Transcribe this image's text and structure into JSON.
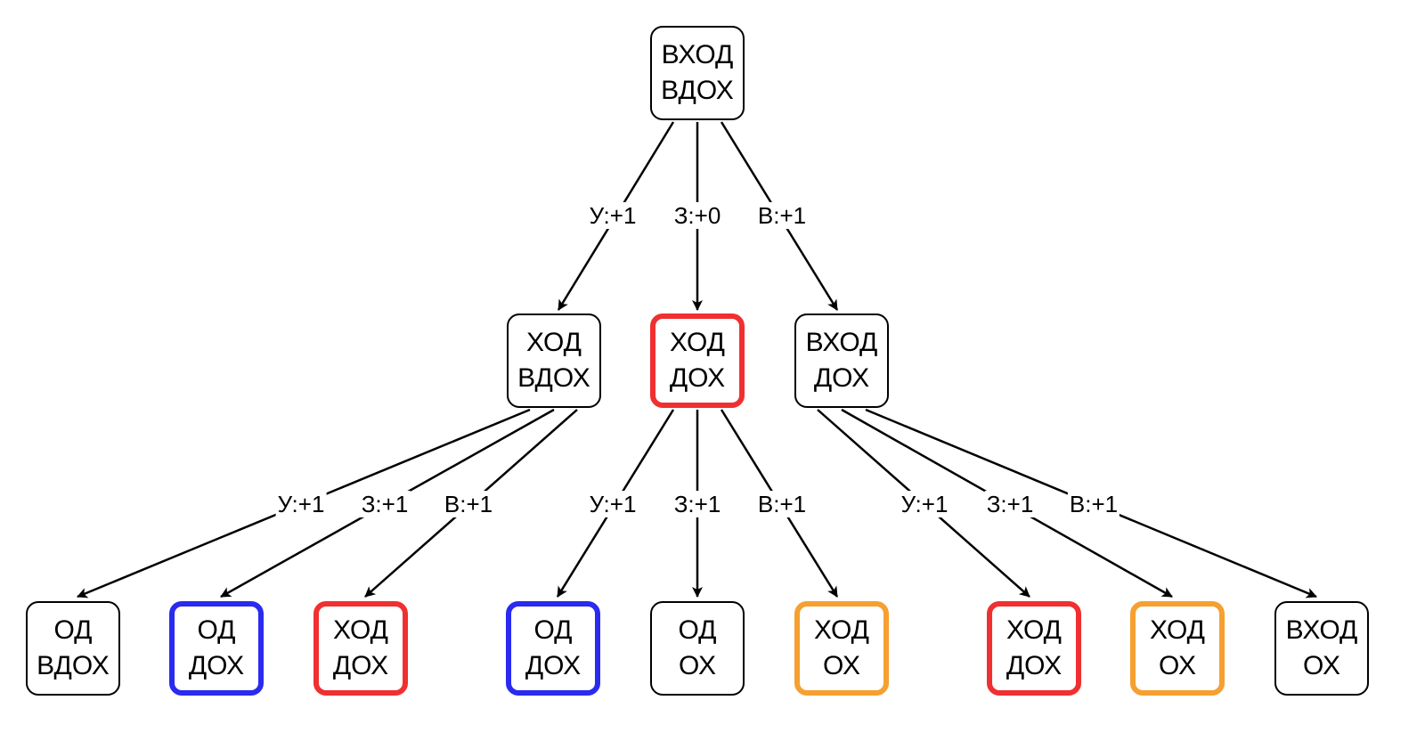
{
  "diagram": {
    "nodes": [
      {
        "id": "root",
        "line1": "ВХОД",
        "line2": "ВДОХ",
        "highlight": null
      },
      {
        "id": "m1",
        "line1": "ХОД",
        "line2": "ВДОХ",
        "highlight": null
      },
      {
        "id": "m2",
        "line1": "ХОД",
        "line2": "ДОХ",
        "highlight": "#f03030"
      },
      {
        "id": "m3",
        "line1": "ВХОД",
        "line2": "ДОХ",
        "highlight": null
      },
      {
        "id": "b1",
        "line1": "ОД",
        "line2": "ВДОХ",
        "highlight": null
      },
      {
        "id": "b2",
        "line1": "ОД",
        "line2": "ДОХ",
        "highlight": "#2a2af0"
      },
      {
        "id": "b3",
        "line1": "ХОД",
        "line2": "ДОХ",
        "highlight": "#f03030"
      },
      {
        "id": "b4",
        "line1": "ОД",
        "line2": "ДОХ",
        "highlight": "#2a2af0"
      },
      {
        "id": "b5",
        "line1": "ОД",
        "line2": "ОХ",
        "highlight": null
      },
      {
        "id": "b6",
        "line1": "ХОД",
        "line2": "ОХ",
        "highlight": "#f5a030"
      },
      {
        "id": "b7",
        "line1": "ХОД",
        "line2": "ДОХ",
        "highlight": "#f03030"
      },
      {
        "id": "b8",
        "line1": "ХОД",
        "line2": "ОХ",
        "highlight": "#f5a030"
      },
      {
        "id": "b9",
        "line1": "ВХОД",
        "line2": "ОХ",
        "highlight": null
      }
    ],
    "edges": [
      {
        "from": "root",
        "to": "m1",
        "label": "У:+1"
      },
      {
        "from": "root",
        "to": "m2",
        "label": "З:+0"
      },
      {
        "from": "root",
        "to": "m3",
        "label": "В:+1"
      },
      {
        "from": "m1",
        "to": "b1",
        "label": "У:+1"
      },
      {
        "from": "m1",
        "to": "b2",
        "label": "З:+1"
      },
      {
        "from": "m1",
        "to": "b3",
        "label": "В:+1"
      },
      {
        "from": "m2",
        "to": "b4",
        "label": "У:+1"
      },
      {
        "from": "m2",
        "to": "b5",
        "label": "З:+1"
      },
      {
        "from": "m2",
        "to": "b6",
        "label": "В:+1"
      },
      {
        "from": "m3",
        "to": "b7",
        "label": "У:+1"
      },
      {
        "from": "m3",
        "to": "b8",
        "label": "З:+1"
      },
      {
        "from": "m3",
        "to": "b9",
        "label": "В:+1"
      }
    ]
  }
}
